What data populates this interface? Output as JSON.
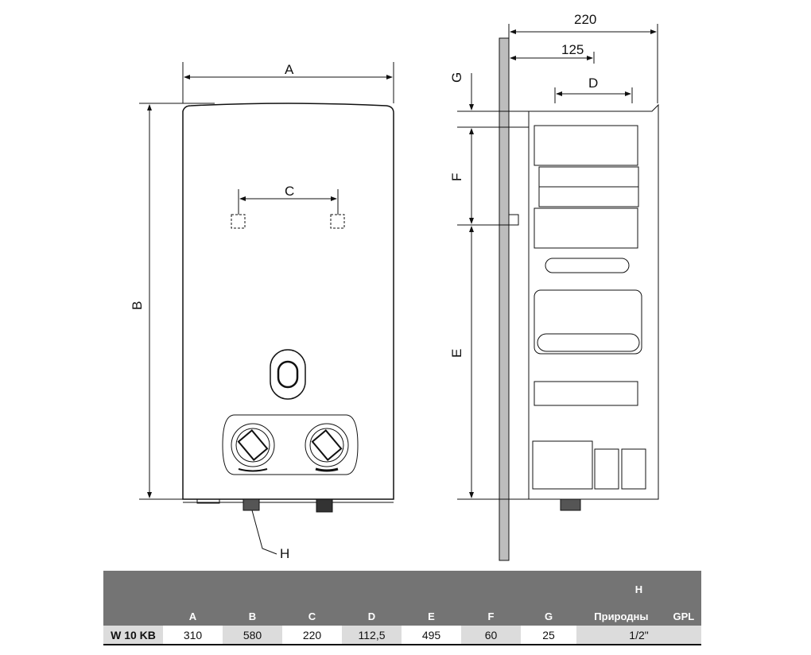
{
  "diagram": {
    "front_labels": {
      "A": "A",
      "B": "B",
      "C": "C",
      "H": "H"
    },
    "side_labels": {
      "G": "G",
      "F": "F",
      "E": "E",
      "D": "D",
      "dim_220": "220",
      "dim_125": "125"
    }
  },
  "table": {
    "group_header": "H",
    "columns": [
      "A",
      "B",
      "C",
      "D",
      "E",
      "F",
      "G",
      "Природны",
      "GPL"
    ],
    "rows": [
      {
        "model": "W 10 KB",
        "A": "310",
        "B": "580",
        "C": "220",
        "D": "112,5",
        "E": "495",
        "F": "60",
        "G": "25",
        "H": "1/2\""
      }
    ]
  }
}
